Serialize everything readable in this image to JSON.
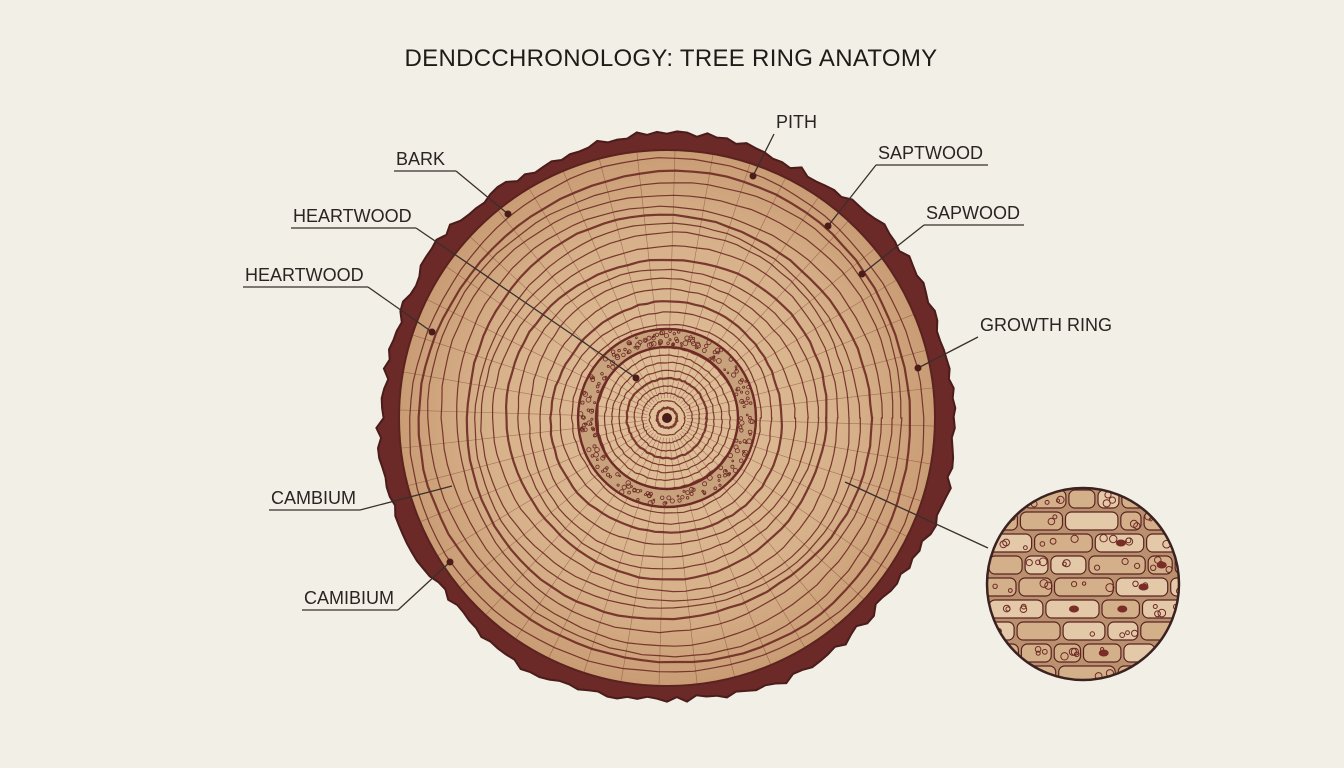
{
  "title": "DENDCCHRONOLOGY: TREE RING ANATOMY",
  "labels": {
    "pith": "PITH",
    "saptwood": "SAPTWOOD",
    "sapwood": "SAPWOOD",
    "growth_ring": "GROWTH RING",
    "bark": "BARK",
    "heartwood_1": "HEARTWOOD",
    "heartwood_2": "HEARTWOOD",
    "cambium_1": "CAMBIUM",
    "cambium_2": "CAMIBIUM"
  },
  "colors": {
    "background": "#f2efe6",
    "wood": "#d8b48c",
    "ring": "#6e2a24",
    "bark": "#6b2a28",
    "text": "#2a2422"
  }
}
